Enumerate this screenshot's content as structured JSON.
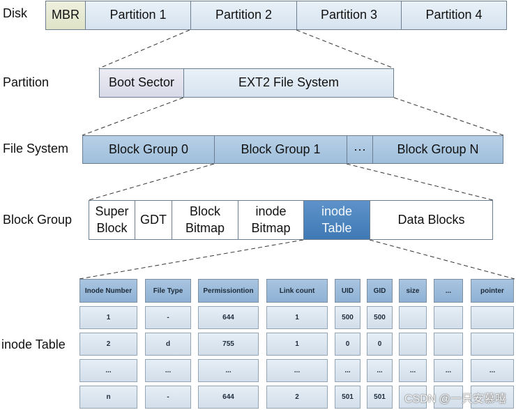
{
  "row_labels": {
    "disk": "Disk",
    "partition": "Partition",
    "file_system": "File System",
    "block_group": "Block Group",
    "inode_table": "inode Table"
  },
  "disk": {
    "mbr": "MBR",
    "partitions": [
      "Partition 1",
      "Partition 2",
      "Partition 3",
      "Partition 4"
    ]
  },
  "partition": {
    "boot_sector": "Boot Sector",
    "file_system": "EXT2 File System"
  },
  "file_system": {
    "groups": [
      "Block Group 0",
      "Block Group 1",
      "···",
      "Block Group N"
    ]
  },
  "block_group": {
    "parts": [
      "Super\nBlock",
      "GDT",
      "Block\nBitmap",
      "inode\nBitmap",
      "inode\nTable",
      "Data Blocks"
    ]
  },
  "inode_table": {
    "headers": [
      "Inode Number",
      "File Type",
      "Permissiontion",
      "Link count",
      "UID",
      "GID",
      "size",
      "...",
      "pointer"
    ],
    "rows": [
      [
        "1",
        "-",
        "644",
        "1",
        "500",
        "500",
        "",
        "",
        ""
      ],
      [
        "2",
        "d",
        "755",
        "1",
        "0",
        "0",
        "",
        "",
        ""
      ],
      [
        "...",
        "...",
        "...",
        "...",
        "...",
        "...",
        "...",
        "...",
        "..."
      ],
      [
        "n",
        "-",
        "644",
        "2",
        "501",
        "501",
        "",
        "",
        ""
      ]
    ]
  },
  "watermark": "CSDN @一只安慕嘻"
}
